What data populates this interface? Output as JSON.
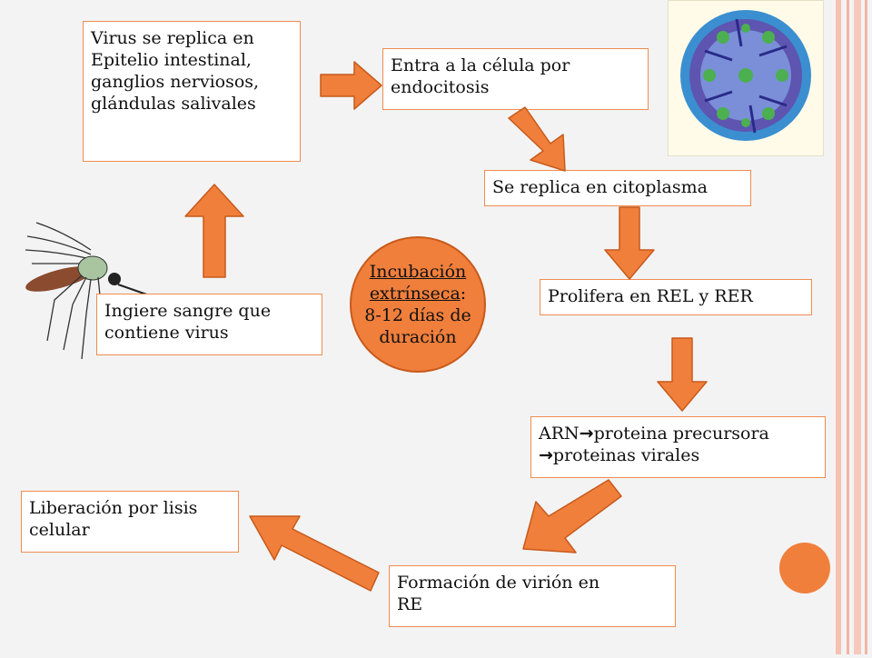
{
  "boxes": {
    "virus_replica": [
      "Virus se replica en",
      "Epitelio intestinal,",
      "ganglios nerviosos,",
      "glándulas salivales"
    ],
    "endocitosis": [
      "Entra a la célula por",
      "endocitosis"
    ],
    "citoplasma": [
      "Se replica en citoplasma"
    ],
    "prolifera": [
      "Prolifera en REL y RER"
    ],
    "arn": {
      "line1_a": "ARN",
      "arrow": "→",
      "line1_b": "proteina precursora",
      "line2_arrow": "→",
      "line2_b": "proteinas virales"
    },
    "formacion": [
      "Formación de virión en",
      "RE"
    ],
    "liberacion": [
      "Liberación por lisis",
      "celular"
    ],
    "ingiere": [
      "Ingiere sangre que",
      "contiene virus"
    ]
  },
  "circle": {
    "line1": "Incubación",
    "line2_u": "extrínseca",
    "line2_rest": ":",
    "line3": "8-12 días de",
    "line4": "duración"
  },
  "colors": {
    "arrow_fill": "#f07f3c",
    "arrow_stroke": "#c85a1a",
    "box_border": "#f08c4e",
    "side_stripes": "#f4b4a4",
    "side_dot": "#f07f3c"
  },
  "icons": [
    "mosquito-icon",
    "virus-capsid-icon"
  ]
}
